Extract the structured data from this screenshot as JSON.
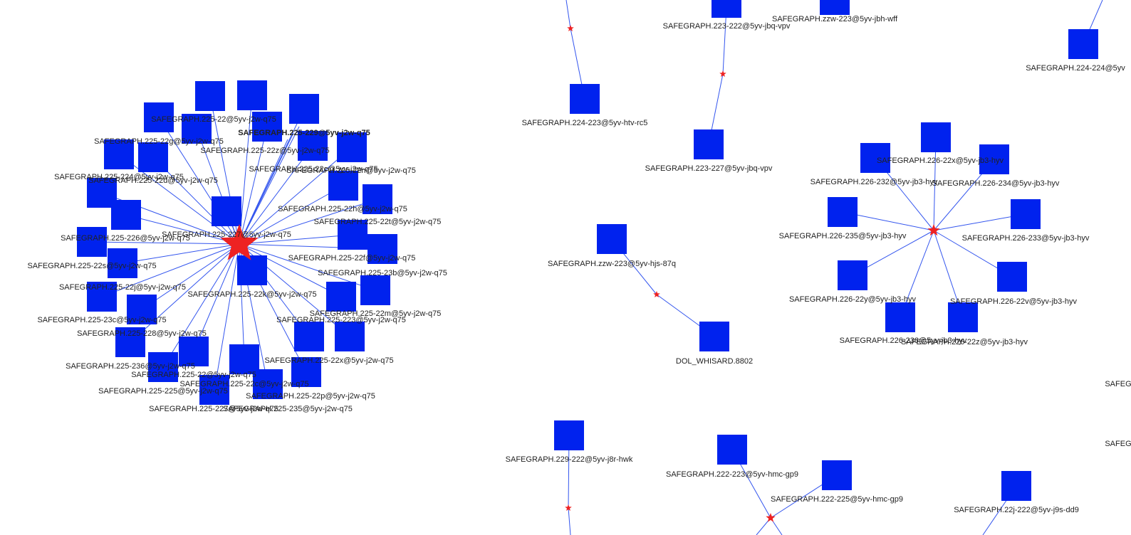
{
  "colors": {
    "node": "#0022ee",
    "hub": "#ee2222",
    "edge": "#3355ee",
    "label": "#222222"
  },
  "graph": {
    "left_cluster": {
      "labels": [
        "SAFEGRAPH.225-22g@5yv-j2w-q75",
        "SAFEGRAPH.225-224@5yv-j2w-q75",
        "SAFEGRAPH.225-22d@5yv-j2w-q75",
        "SAFEGRAPH.225-22z@5yv-j2w-q75",
        "SAFEGRAPH.225-22c@5yv-j2w-q75",
        "SAFEGRAPH.225-22n@5yv-j2w-q75",
        "SAFEGRAPH.225-22h@5yv-j2w-q75",
        "SAFEGRAPH.225-22t@5yv-j2w-q75",
        "SAFEGRAPH.225-226@5yv-j2w-q75",
        "SAFEGRAPH.225-22f@5yv-j2w-q75",
        "SAFEGRAPH.225-22s@5yv-j2w-q75",
        "SAFEGRAPH.225-23b@5yv-j2w-q75",
        "SAFEGRAPH.225-22j@5yv-j2w-q75",
        "SAFEGRAPH.225-22k@5yv-j2w-q75",
        "SAFEGRAPH.225-22m@5yv-j2w-q75",
        "SAFEGRAPH.225-23c@5yv-j2w-q75",
        "SAFEGRAPH.225-223@5yv-j2w-q75",
        "SAFEGRAPH.225-228@5yv-j2w-q75",
        "SAFEGRAPH.225-236@5yv-j2w-q75",
        "SAFEGRAPH.225-225@5yv-j2w-q75",
        "SAFEGRAPH.225-22c@5yv-j2w-q75",
        "SAFEGRAPH.225-235@5yv-j2w-q75",
        "SAFEGRAPH.225-22@5yv-j2w-q75",
        "SAFEGRAPH.225-22x@5yv-j2w-q75",
        "SAFEGRAPH.225-22p@5yv-j2w-q75",
        "SAFEGRAPH.225-227@5yv-j2w-q75",
        "SAFEGRAPH.225-22@5yv-j2w-q75"
      ],
      "bold_label": "SAFEGRAPH.225-229@5yv-j2w-q75"
    },
    "standalone_labels": {
      "n1": "SAFEGRAPH.224-223@5yv-htv-rc5",
      "n2": "SAFEGRAPH.223-222@5yv-jbq-vpv",
      "n3": "SAFEGRAPH.zzw-223@5yv-jbh-wff",
      "n4": "SAFEGRAPH.223-227@5yv-jbq-vpv",
      "n5": "SAFEGRAPH.224-224@5yv",
      "n6": "SAFEGRAPH.zzw-223@5yv-hjs-87q",
      "n7": "DOL_WHISARD.8802",
      "n8": "SAFEGRAPH.229-222@5yv-j8r-hwk",
      "n9": "SAFEGRAPH.222-223@5yv-hmc-gp9",
      "n10": "SAFEGRAPH.222-225@5yv-hmc-gp9",
      "n11": "SAFEGRAPH.22j-222@5yv-j9s-dd9",
      "n12": "SAFEG",
      "n13": "SAFEG"
    },
    "right_cluster": {
      "labels": [
        "SAFEGRAPH.226-22x@5yv-jb3-hyv",
        "SAFEGRAPH.226-232@5yv-jb3-hyv",
        "SAFEGRAPH.226-234@5yv-jb3-hyv",
        "SAFEGRAPH.226-235@5yv-jb3-hyv",
        "SAFEGRAPH.226-233@5yv-jb3-hyv",
        "SAFEGRAPH.226-22y@5yv-jb3-hyv",
        "SAFEGRAPH.226-22v@5yv-jb3-hyv",
        "SAFEGRAPH.226-236@5yv-jb3-hyv",
        "SAFEGRAPH.226-22z@5yv-jb3-hyv"
      ]
    }
  }
}
